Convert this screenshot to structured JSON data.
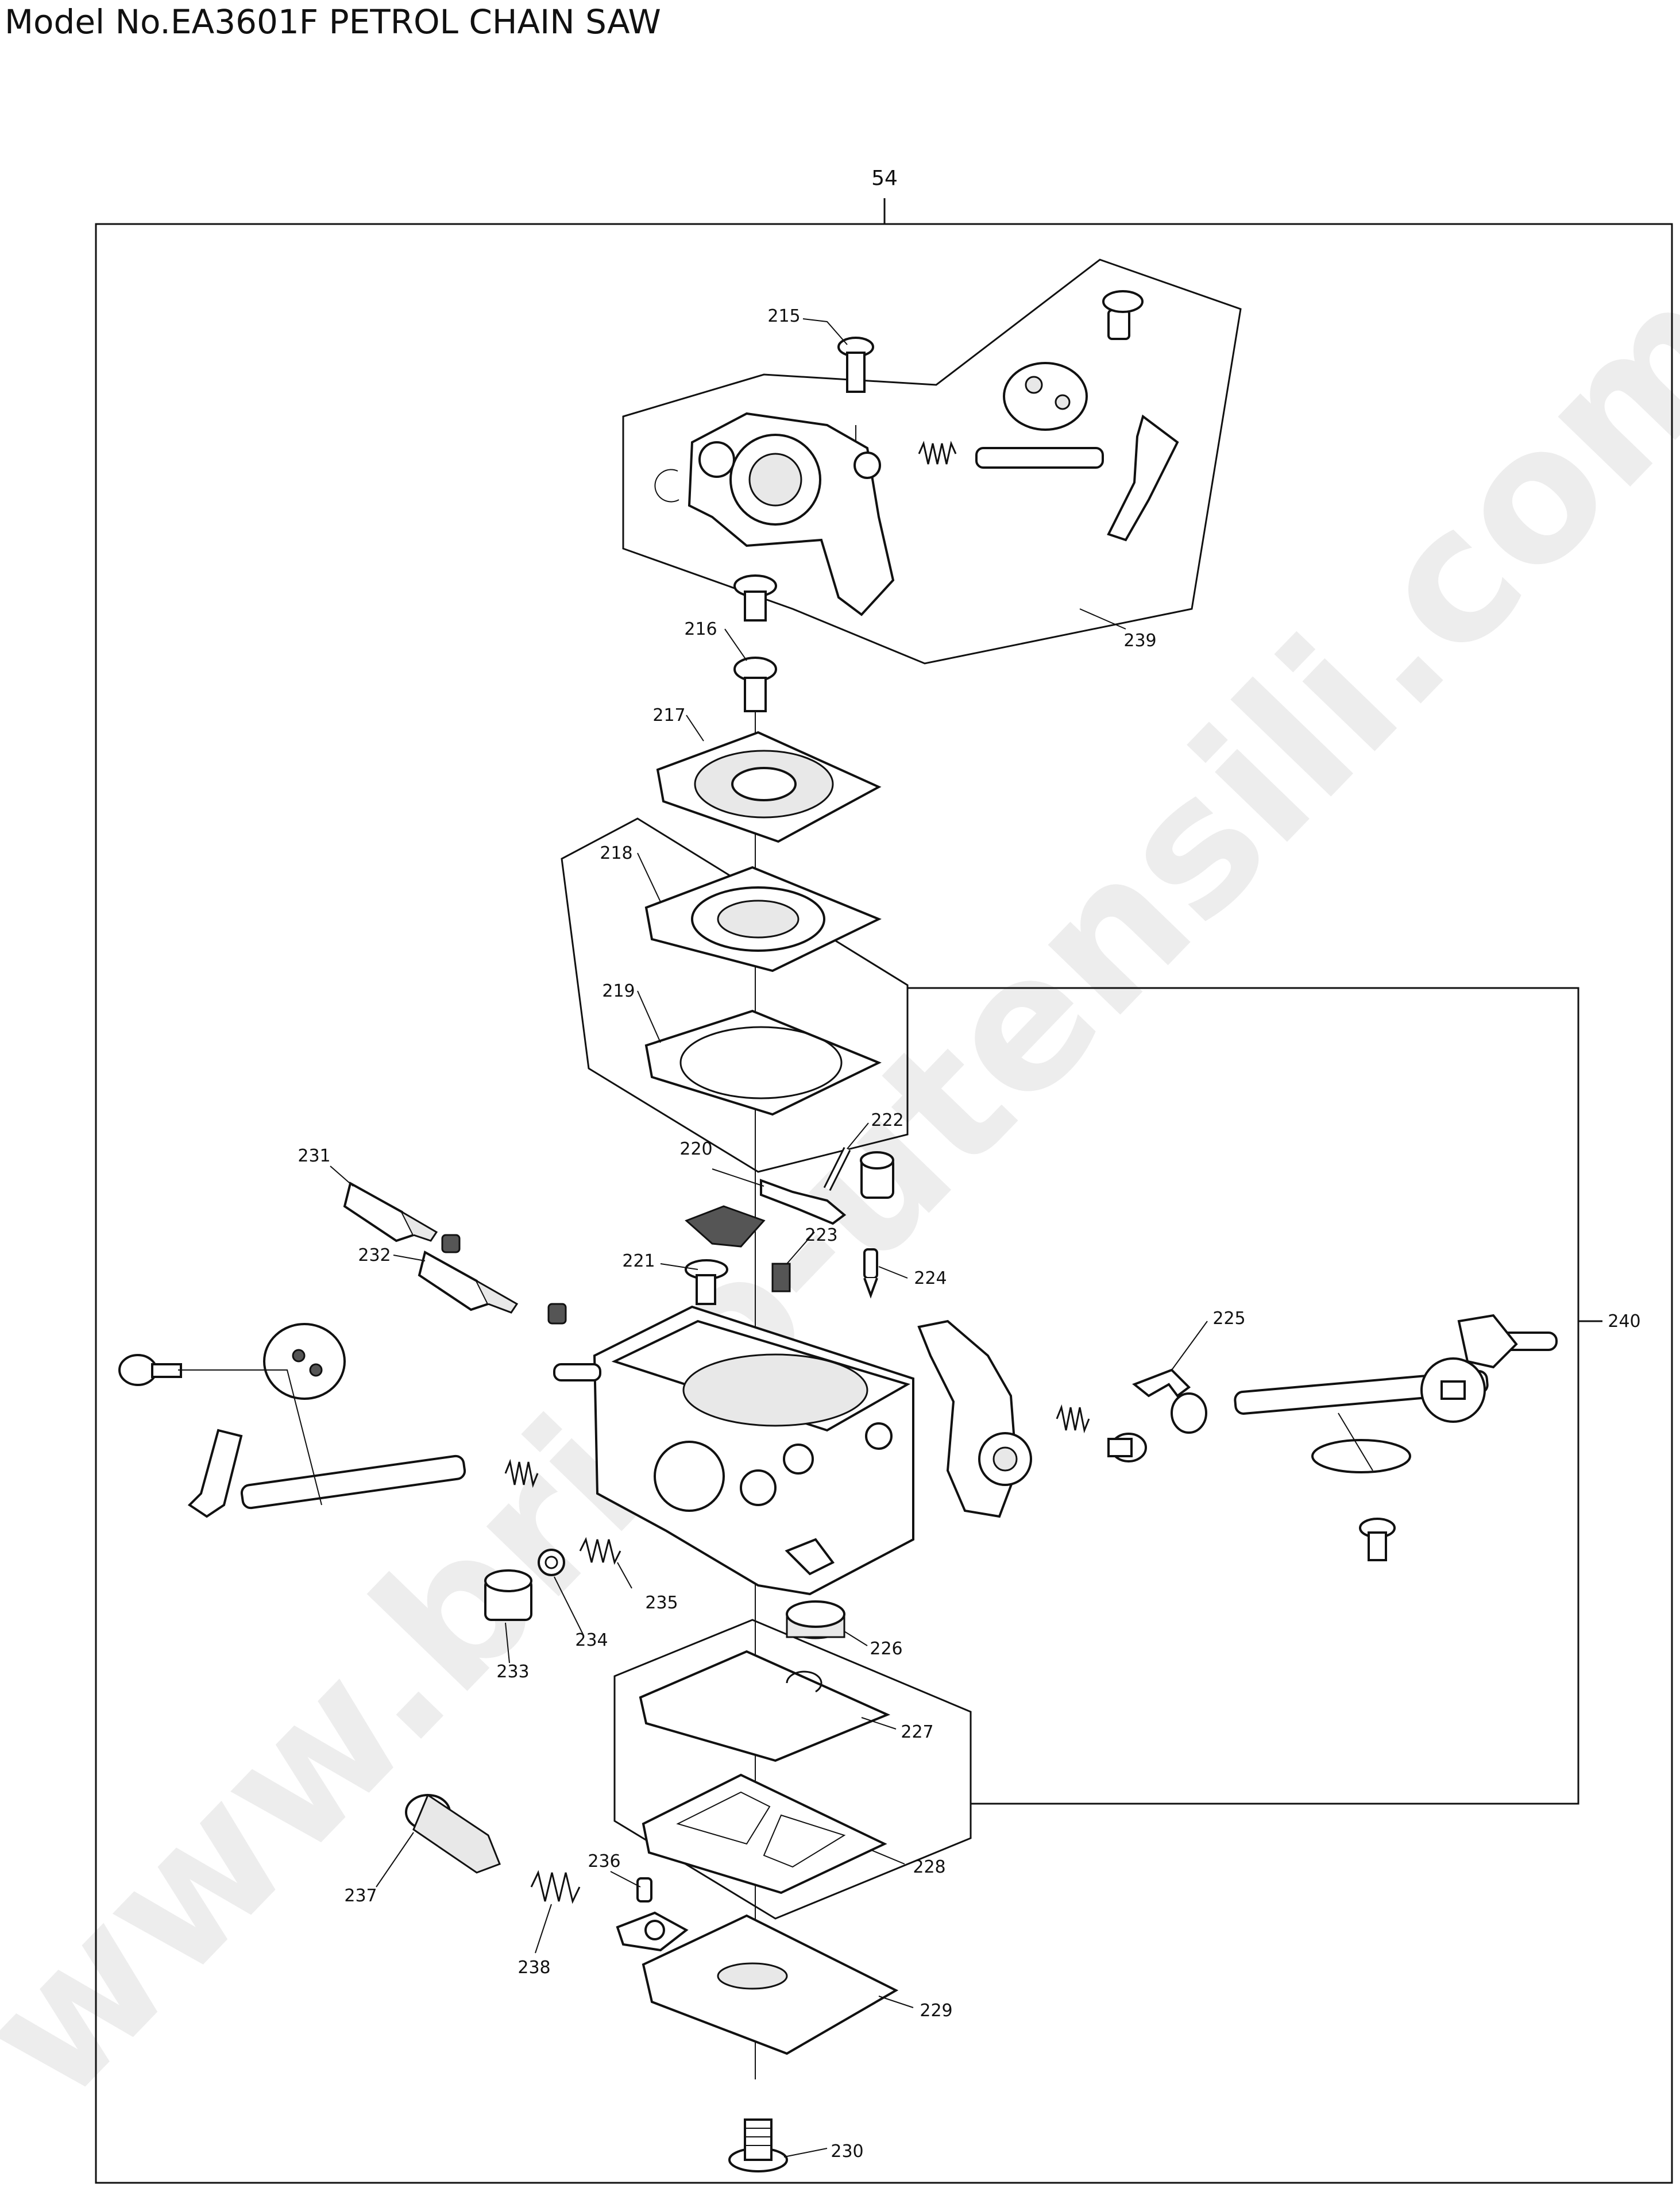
{
  "header": {
    "title": "Model No.EA3601F PETROL CHAIN SAW"
  },
  "assembly": {
    "number": "54"
  },
  "watermark": "www.brico-utensili.com",
  "parts": [
    {
      "id": "p215",
      "label": "215"
    },
    {
      "id": "p216",
      "label": "216"
    },
    {
      "id": "p217",
      "label": "217"
    },
    {
      "id": "p218",
      "label": "218"
    },
    {
      "id": "p219",
      "label": "219"
    },
    {
      "id": "p220",
      "label": "220"
    },
    {
      "id": "p221",
      "label": "221"
    },
    {
      "id": "p222",
      "label": "222"
    },
    {
      "id": "p223",
      "label": "223"
    },
    {
      "id": "p224",
      "label": "224"
    },
    {
      "id": "p225",
      "label": "225"
    },
    {
      "id": "p226",
      "label": "226"
    },
    {
      "id": "p227",
      "label": "227"
    },
    {
      "id": "p228",
      "label": "228"
    },
    {
      "id": "p229",
      "label": "229"
    },
    {
      "id": "p230",
      "label": "230"
    },
    {
      "id": "p231",
      "label": "231"
    },
    {
      "id": "p232",
      "label": "232"
    },
    {
      "id": "p233",
      "label": "233"
    },
    {
      "id": "p234",
      "label": "234"
    },
    {
      "id": "p235",
      "label": "235"
    },
    {
      "id": "p236",
      "label": "236"
    },
    {
      "id": "p237",
      "label": "237"
    },
    {
      "id": "p238",
      "label": "238"
    },
    {
      "id": "p239",
      "label": "239"
    },
    {
      "id": "p240",
      "label": "240"
    }
  ]
}
